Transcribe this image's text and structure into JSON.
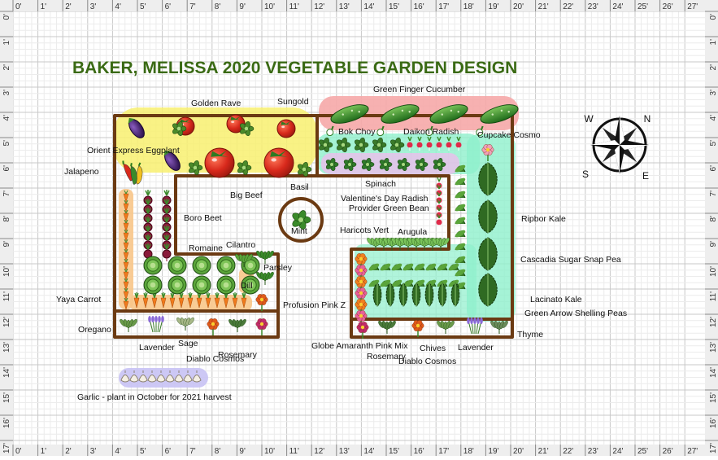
{
  "title": "BAKER, MELISSA 2020 VEGETABLE GARDEN DESIGN",
  "ruler": {
    "top": [
      "0'",
      "1'",
      "2'",
      "3'",
      "4'",
      "5'",
      "6'",
      "7'",
      "8'",
      "9'",
      "10'",
      "11'",
      "12'",
      "13'",
      "14'",
      "15'",
      "16'",
      "17'",
      "18'",
      "19'",
      "20'",
      "21'",
      "22'",
      "23'",
      "24'",
      "25'",
      "26'",
      "27'"
    ],
    "left": [
      "0'",
      "1'",
      "2'",
      "3'",
      "4'",
      "5'",
      "6'",
      "7'",
      "8'",
      "9'",
      "10'",
      "11'",
      "12'",
      "13'",
      "14'",
      "15'",
      "16'",
      "17'"
    ]
  },
  "compass": {
    "n": "N",
    "e": "E",
    "s": "S",
    "w": "W"
  },
  "labels": {
    "golden_rave": "Golden Rave",
    "sungold": "Sungold",
    "green_finger": "Green Finger Cucumber",
    "orient_express": "Orient Express Eggplant",
    "jalapeno": "Jalapeno",
    "bok_choy": "Bok Choy",
    "daikon": "Daikon Radish",
    "cupcake": "Cupcake Cosmo",
    "big_beef": "Big Beef",
    "basil": "Basil",
    "spinach": "Spinach",
    "valentines": "Valentine's Day Radish",
    "provider": "Provider Green Bean",
    "boro_beet": "Boro Beet",
    "mint": "Mint",
    "ripbor": "Ripbor Kale",
    "haricots": "Haricots Vert",
    "arugula": "Arugula",
    "cilantro": "Cilantro",
    "romaine": "Romaine",
    "parsley": "Parsley",
    "cascadia": "Cascadia Sugar Snap Pea",
    "dill": "Dill",
    "profusion": "Profusion Pink Z",
    "yaya": "Yaya Carrot",
    "lacinato": "Lacinato Kale",
    "green_arrow": "Green Arrow Shelling Peas",
    "oregano": "Oregano",
    "thyme": "Thyme",
    "lavender1": "Lavender",
    "sage": "Sage",
    "globe": "Globe Amaranth Pink Mix",
    "chives": "Chives",
    "lavender2": "Lavender",
    "rosemary1": "Rosemary",
    "diablo1": "Diablo Cosmos",
    "rosemary2": "Rosemary",
    "diablo2": "Diablo Cosmos",
    "garlic": "Garlic - plant in October for 2021 harvest"
  },
  "colors": {
    "title": "#3a6a14",
    "bed_border": "#6b3a12",
    "grid_minor": "#e4e4e4",
    "grid_major": "#c8c8c8",
    "tomato": "#d8291c",
    "tomato_halo": "#f8f070",
    "cucumber_halo": "#f6a8a8",
    "pea_halo": "#8ef0cc",
    "pink_halo": "#f6b6f0",
    "carrot_halo": "#f8c68a",
    "garlic_halo": "#c8c2f4",
    "leaf": "#4b8a2a",
    "kale": "#2f6a22"
  }
}
